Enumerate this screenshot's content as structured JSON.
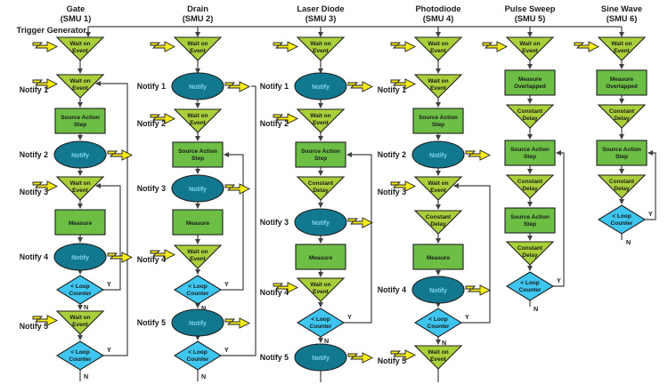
{
  "colors": {
    "c-tri": "#A9CF3A",
    "c-rect": "#6CBE45",
    "c-ell": "#12788F",
    "c-ntext": "#7ED3EE",
    "c-dia": "#3EC6F0",
    "c-bolt": "#F7EC1A",
    "c-line": "#414042"
  },
  "trigger_generator": "Trigger Generator",
  "labels": {
    "wait1": "Wait on",
    "wait2": "Event",
    "notify": "Notify",
    "sas1": "Source Action",
    "sas2": "Step",
    "measure": "Measure",
    "mo1": "Measure",
    "mo2": "Overlapped",
    "cd1": "Constant",
    "cd2": "Delay",
    "lc1": "< Loop",
    "lc2": "Counter",
    "yes": "Y",
    "no": "N"
  },
  "columns": [
    {
      "title": "Gate",
      "subtitle": "(SMU 1)",
      "notify_labels": [
        "Notify 1",
        "Notify 2",
        "Notify 3",
        "Notify 4",
        "Notify 5"
      ]
    },
    {
      "title": "Drain",
      "subtitle": "(SMU 2)",
      "notify_labels": [
        "Notify 1",
        "Notify 2",
        "Notify 3",
        "Notify 4",
        "Notify 5"
      ]
    },
    {
      "title": "Laser Diode",
      "subtitle": "(SMU 3)",
      "notify_labels": [
        "Notify 1",
        "Notify 2",
        "Notify 3",
        "Notify 4",
        "Notify 5"
      ]
    },
    {
      "title": "Photodiode",
      "subtitle": "(SMU 4)",
      "notify_labels": [
        "Notify 1",
        "Notify 2",
        "Notify 3",
        "Notify 4",
        "Notify 5"
      ]
    },
    {
      "title": "Pulse Sweep",
      "subtitle": "(SMU 5)",
      "notify_labels": []
    },
    {
      "title": "Sine Wave",
      "subtitle": "(SMU 6)",
      "notify_labels": []
    }
  ]
}
